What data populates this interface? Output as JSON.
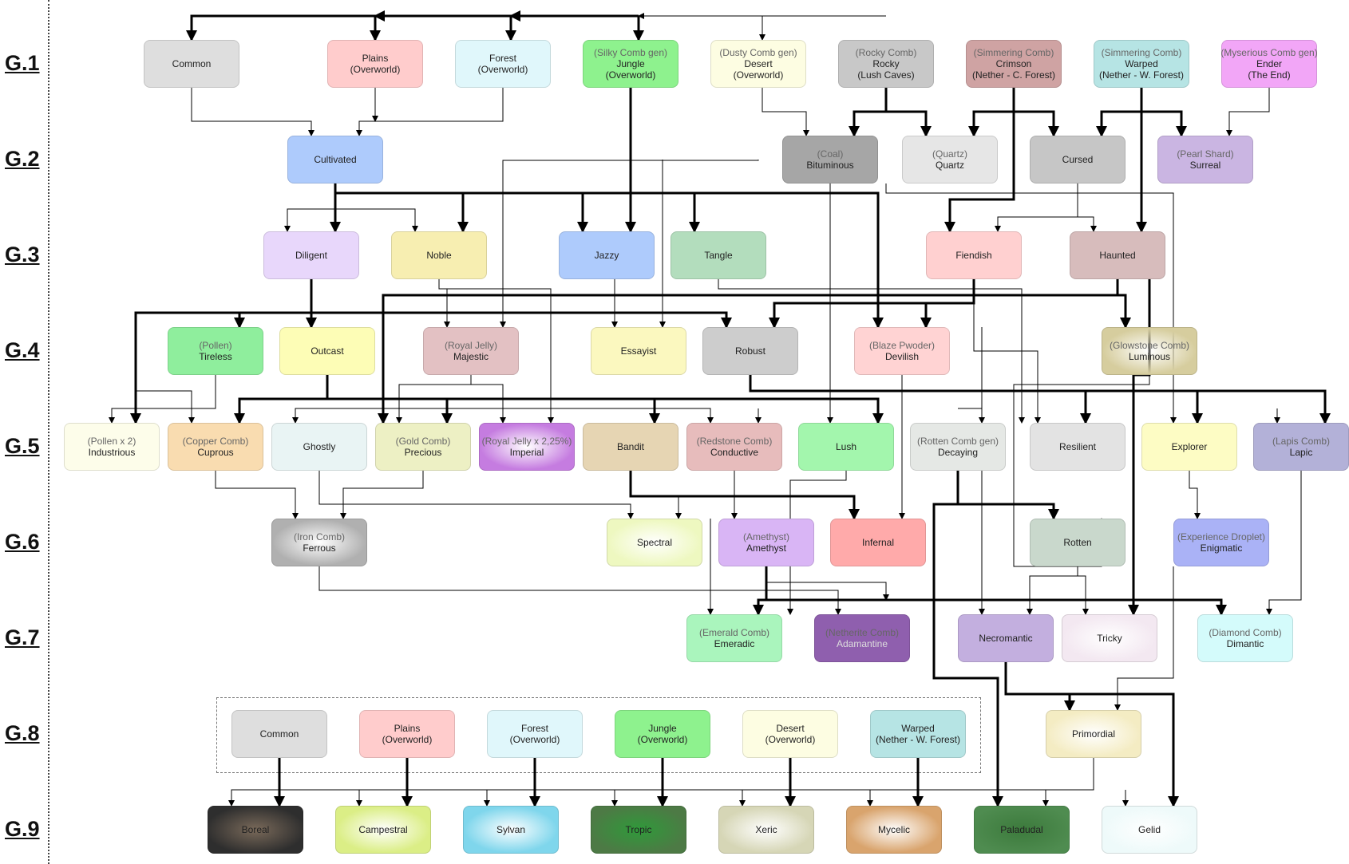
{
  "generations": [
    "G.1",
    "G.2",
    "G.3",
    "G.4",
    "G.5",
    "G.6",
    "G.7",
    "G.8",
    "G.9"
  ],
  "nodes": {
    "common": {
      "lines": [
        "Common"
      ],
      "bg": "#dedede"
    },
    "plains": {
      "lines": [
        "Plains",
        "(Overworld)"
      ],
      "bg": "#ffcccc"
    },
    "forest": {
      "lines": [
        "Forest",
        "(Overworld)"
      ],
      "bg": "#e0f7fb"
    },
    "jungle": {
      "lines": [
        "(Silky Comb gen)",
        "Jungle",
        "(Overworld)"
      ],
      "bg": "#8ef28e"
    },
    "desert": {
      "lines": [
        "(Dusty Comb gen)",
        "Desert",
        "(Overworld)"
      ],
      "bg": "#fdfde2"
    },
    "rocky": {
      "lines": [
        "(Rocky Comb)",
        "Rocky",
        "(Lush Caves)"
      ],
      "bg": "#c8c8c8"
    },
    "crimson": {
      "lines": [
        "(Simmering Comb)",
        "Crimson",
        "(Nether - C. Forest)"
      ],
      "bg": "#cfa3a3"
    },
    "warped": {
      "lines": [
        "(Simmering Comb)",
        "Warped",
        "(Nether - W. Forest)"
      ],
      "bg": "#b6e4e4"
    },
    "ender": {
      "lines": [
        "(Myserious Comb gen)",
        "Ender",
        "(The End)"
      ],
      "bg": "#f2a6f7"
    },
    "cultivated": {
      "lines": [
        "Cultivated"
      ],
      "bg": "#aecbfc"
    },
    "bituminous": {
      "lines": [
        "(Coal)",
        "Bituminous"
      ],
      "bg": "#a6a6a6"
    },
    "quartz": {
      "lines": [
        "(Quartz)",
        "Quartz"
      ],
      "bg": "#e6e6e6"
    },
    "cursed": {
      "lines": [
        "Cursed"
      ],
      "bg": "#c6c6c6"
    },
    "surreal": {
      "lines": [
        "(Pearl Shard)",
        "Surreal"
      ],
      "bg": "#cab5e2"
    },
    "diligent": {
      "lines": [
        "Diligent"
      ],
      "bg": "#e8d7fb"
    },
    "noble": {
      "lines": [
        "Noble"
      ],
      "bg": "#f7eeb1"
    },
    "jazzy": {
      "lines": [
        "Jazzy"
      ],
      "bg": "#aecbfc"
    },
    "tangle": {
      "lines": [
        "Tangle"
      ],
      "bg": "#b3ddbd"
    },
    "fiendish": {
      "lines": [
        "Fiendish"
      ],
      "bg": "#ffd0d0"
    },
    "haunted": {
      "lines": [
        "Haunted"
      ],
      "bg": "#d7bcbc"
    },
    "tireless": {
      "lines": [
        "(Pollen)",
        "Tireless"
      ],
      "bg": "#8fee9d"
    },
    "outcast": {
      "lines": [
        "Outcast"
      ],
      "bg": "#fdfdb6"
    },
    "majestic": {
      "lines": [
        "(Royal Jelly)",
        "Majestic"
      ],
      "bg": "#e3c1c3"
    },
    "essayist": {
      "lines": [
        "Essayist"
      ],
      "bg": "#fbf8bf"
    },
    "robust": {
      "lines": [
        "Robust"
      ],
      "bg": "#cdcdcd"
    },
    "devilish": {
      "lines": [
        "(Blaze Pwoder)",
        "Devilish"
      ],
      "bg": "#ffd3d3"
    },
    "luminous": {
      "lines": [
        "(Glowstone Comb)",
        "Luminous"
      ],
      "bg": "#d6cd9e"
    },
    "industrious": {
      "lines": [
        "(Pollen x 2)",
        "Industrious"
      ],
      "bg": "#fdfdea"
    },
    "cuprous": {
      "lines": [
        "(Copper Comb)",
        "Cuprous"
      ],
      "bg": "#f9dcb0"
    },
    "ghostly": {
      "lines": [
        "Ghostly"
      ],
      "bg": "#e9f4f4"
    },
    "precious": {
      "lines": [
        "(Gold Comb)",
        "Precious"
      ],
      "bg": "#edf0c4"
    },
    "imperial": {
      "lines": [
        "(Royal Jelly x 2,25%)",
        "Imperial"
      ],
      "bg": "#c57ce0"
    },
    "bandit": {
      "lines": [
        "Bandit"
      ],
      "bg": "#e6d5b3"
    },
    "conductive": {
      "lines": [
        "(Redstone Comb)",
        "Conductive"
      ],
      "bg": "#e7bcbc"
    },
    "lush": {
      "lines": [
        "Lush"
      ],
      "bg": "#a3f6ad"
    },
    "decaying": {
      "lines": [
        "(Rotten Comb gen)",
        "Decaying"
      ],
      "bg": "#e5e8e5"
    },
    "resilient": {
      "lines": [
        "Resilient"
      ],
      "bg": "#e3e3e3"
    },
    "explorer": {
      "lines": [
        "Explorer"
      ],
      "bg": "#fdfcc4"
    },
    "lapic": {
      "lines": [
        "(Lapis Comb)",
        "Lapic"
      ],
      "bg": "#b3b1d8"
    },
    "ferrous": {
      "lines": [
        "(Iron Comb)",
        "Ferrous"
      ],
      "bg": "#b0b0b0"
    },
    "spectral": {
      "lines": [
        "Spectral"
      ],
      "bg": "#eef8c0"
    },
    "amethyst": {
      "lines": [
        "(Amethyst)",
        "Amethyst"
      ],
      "bg": "#d9b5f5"
    },
    "infernal": {
      "lines": [
        "Infernal"
      ],
      "bg": "#ffaaaa"
    },
    "rotten": {
      "lines": [
        "Rotten"
      ],
      "bg": "#c9d8cc"
    },
    "enigmatic": {
      "lines": [
        "(Experience Droplet)",
        "Enigmatic"
      ],
      "bg": "#aab2f6"
    },
    "emeradic": {
      "lines": [
        "(Emerald Comb)",
        "Emeradic"
      ],
      "bg": "#aaf5bd"
    },
    "adamantine": {
      "lines": [
        "(Netherite Comb)",
        "Adamantine"
      ],
      "bg": "#8f5fae"
    },
    "necromantic": {
      "lines": [
        "Necromantic"
      ],
      "bg": "#c3afdf"
    },
    "tricky": {
      "lines": [
        "Tricky"
      ],
      "bg": "#f3e8f1"
    },
    "dimantic": {
      "lines": [
        "(Diamond Comb)",
        "Dimantic"
      ],
      "bg": "#d4fbfb"
    },
    "common8": {
      "lines": [
        "Common"
      ],
      "bg": "#dedede"
    },
    "plains8": {
      "lines": [
        "Plains",
        "(Overworld)"
      ],
      "bg": "#ffcccc"
    },
    "forest8": {
      "lines": [
        "Forest",
        "(Overworld)"
      ],
      "bg": "#e0f7fb"
    },
    "jungle8": {
      "lines": [
        "Jungle",
        "(Overworld)"
      ],
      "bg": "#8ef28e"
    },
    "desert8": {
      "lines": [
        "Desert",
        "(Overworld)"
      ],
      "bg": "#fdfde2"
    },
    "warped8": {
      "lines": [
        "Warped",
        "(Nether - W. Forest)"
      ],
      "bg": "#b6e4e4"
    },
    "primordial": {
      "lines": [
        "Primordial"
      ],
      "bg": "#f4ecc3"
    },
    "boreal": {
      "lines": [
        "Boreal"
      ],
      "bg": "#555555"
    },
    "campestral": {
      "lines": [
        "Campestral"
      ],
      "bg": "#dbee86"
    },
    "sylvan": {
      "lines": [
        "Sylvan"
      ],
      "bg": "#7fd6ec"
    },
    "tropic": {
      "lines": [
        "Tropic"
      ],
      "bg": "#4d8a45"
    },
    "xeric": {
      "lines": [
        "Xeric"
      ],
      "bg": "#d6d6b6"
    },
    "mycelic": {
      "lines": [
        "Mycelic"
      ],
      "bg": "#d9a46d"
    },
    "paladudal": {
      "lines": [
        "Paladudal"
      ],
      "bg": "#4f8c50"
    },
    "gelid": {
      "lines": [
        "Gelid"
      ],
      "bg": "#eefafa"
    }
  }
}
